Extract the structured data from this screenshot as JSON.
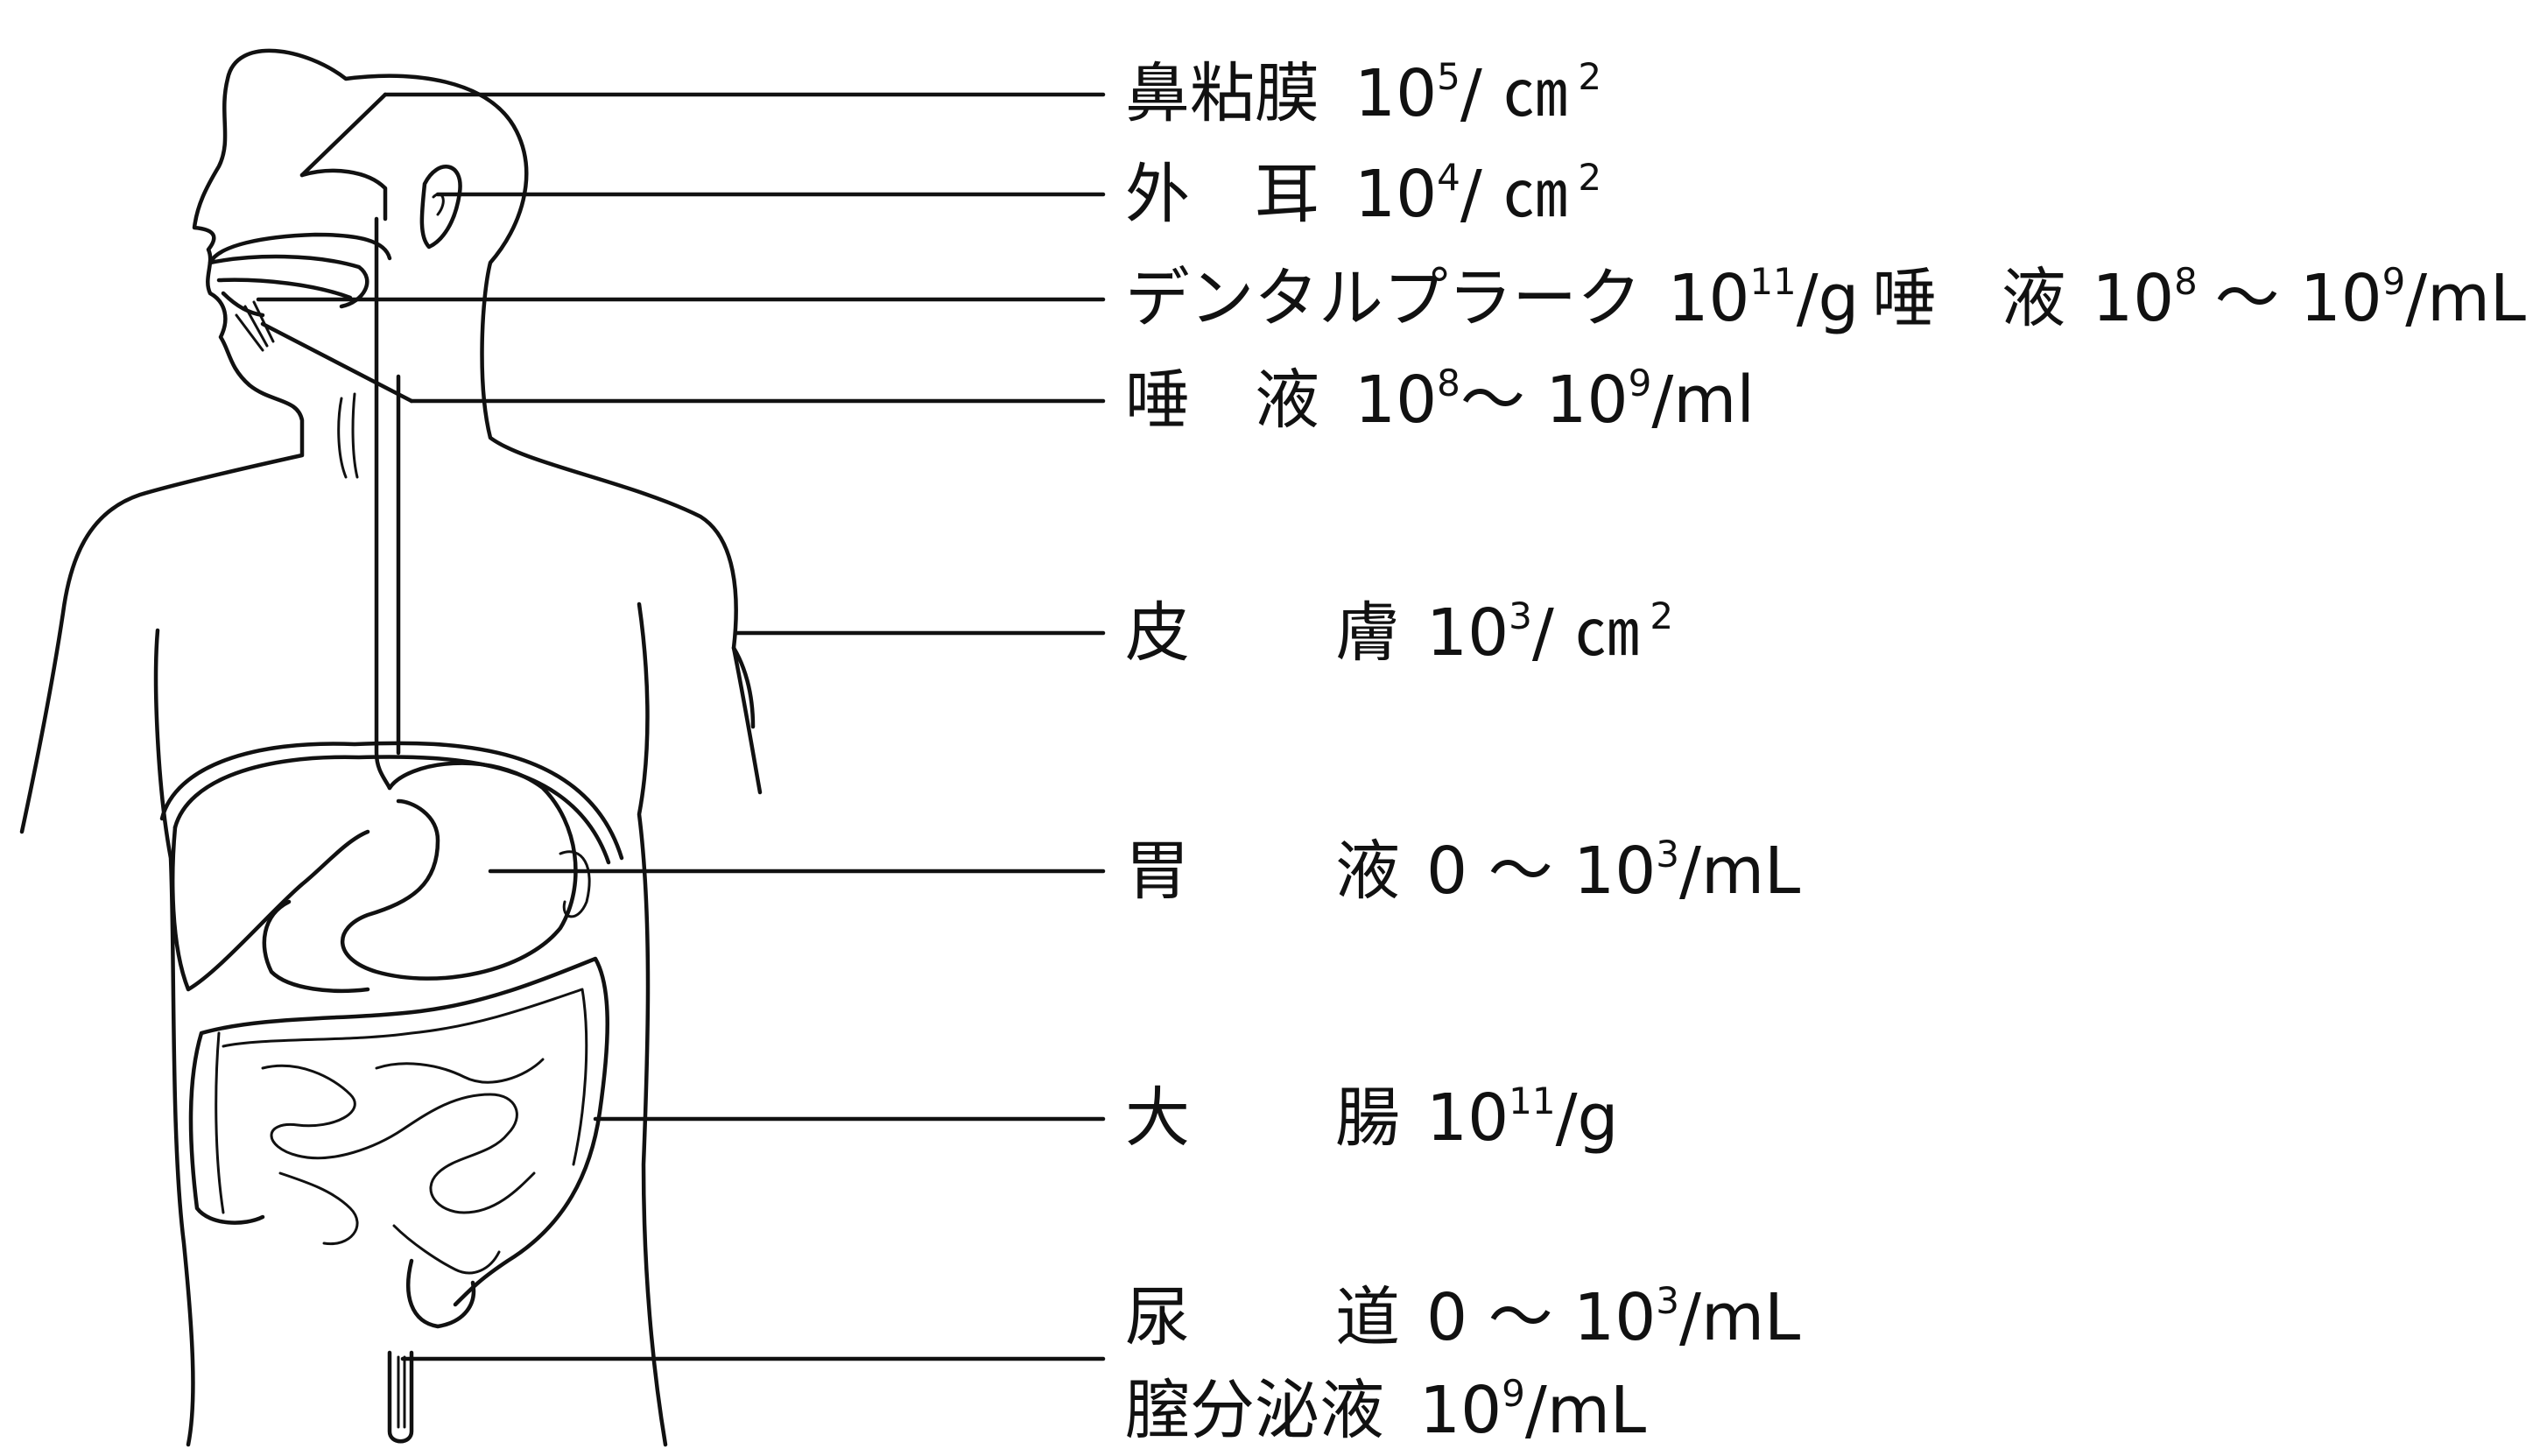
{
  "labels": [
    {
      "id": "nasal-mucosa",
      "name": "鼻粘膜",
      "value": "10",
      "exp": "5",
      "unit": "/ ㎝",
      "unit_exp": "2"
    },
    {
      "id": "external-ear",
      "name": "外　耳",
      "value": "10",
      "exp": "4",
      "unit": "/ ㎝",
      "unit_exp": "2"
    },
    {
      "id": "dental-plaque",
      "name": "デンタルプラーク",
      "value": "10",
      "exp": "11",
      "unit": "/g",
      "extra_name": "唾　液",
      "extra_value": "10",
      "extra_exp": "8",
      "extra_range": "～ 10",
      "extra_range_exp": "9",
      "extra_unit": "/mL"
    },
    {
      "id": "saliva",
      "name": "唾　液",
      "value": "10",
      "exp": "8",
      "range": "～ 10",
      "range_exp": "9",
      "unit": "/ml"
    },
    {
      "id": "skin",
      "name_a": "皮",
      "name_b": "膚",
      "value": "10",
      "exp": "3",
      "unit": "/ ㎝",
      "unit_exp": "2"
    },
    {
      "id": "gastric-juice",
      "name_a": "胃",
      "name_b": "液",
      "value": "0 ～ 10",
      "exp": "3",
      "unit": "/mL"
    },
    {
      "id": "large-intestine",
      "name_a": "大",
      "name_b": "腸",
      "value": "10",
      "exp": "11",
      "unit": "/g"
    },
    {
      "id": "urethra",
      "name_a": "尿",
      "name_b": "道",
      "value": "0 ～ 10",
      "exp": "3",
      "unit": "/mL"
    },
    {
      "id": "vaginal-secretion",
      "name": "膣分泌液",
      "value": "10",
      "exp": "9",
      "unit": "/mL"
    }
  ]
}
